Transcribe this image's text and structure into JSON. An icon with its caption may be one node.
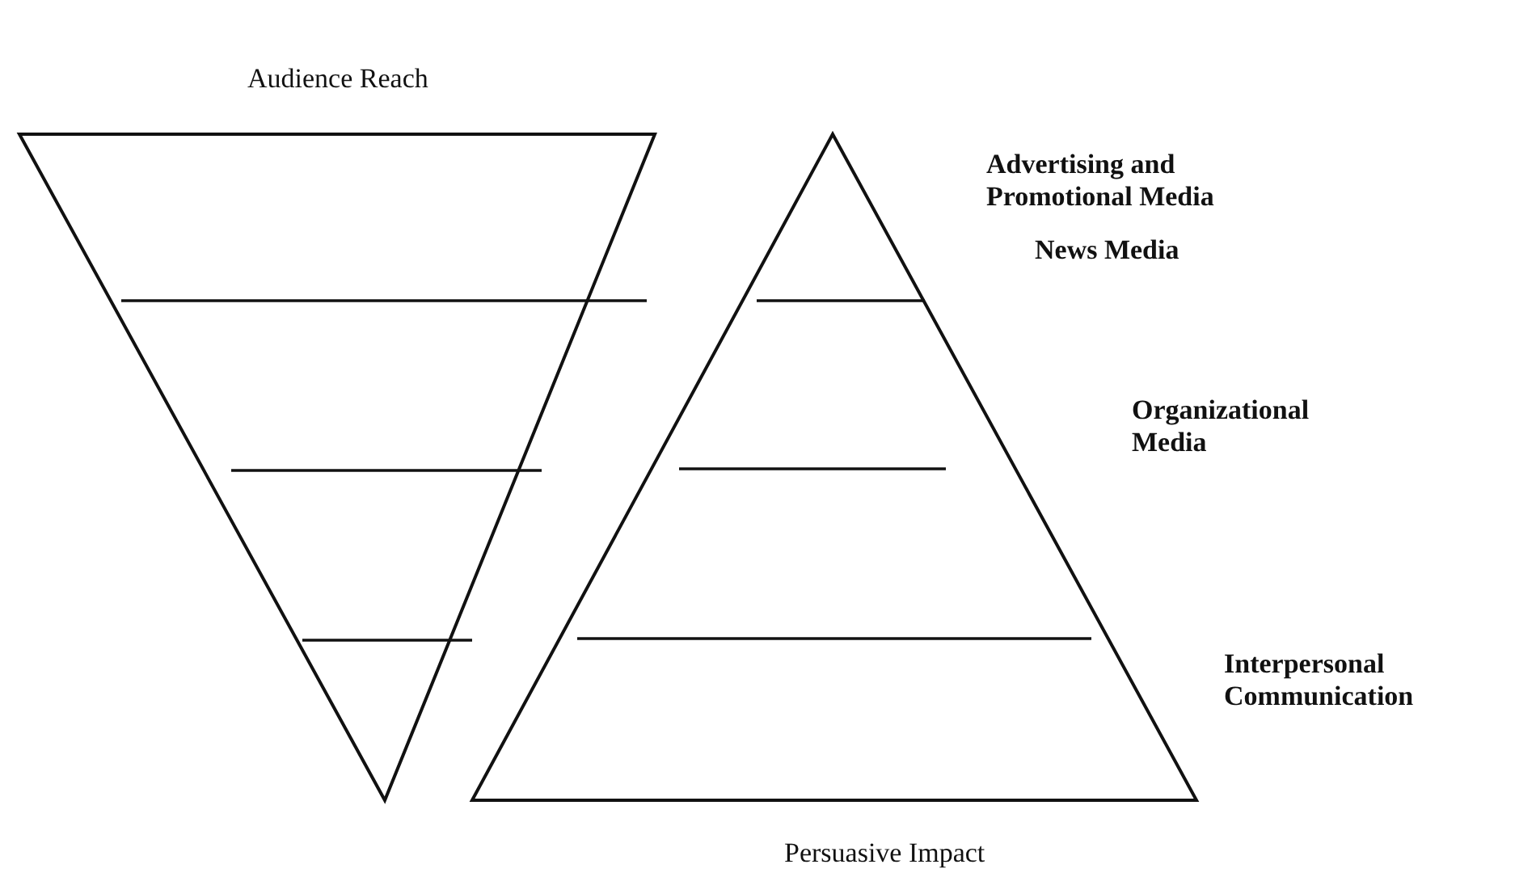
{
  "diagram": {
    "nodes": [
      {
        "text": [
          "Audience Reach"
        ]
      },
      {
        "text": [
          "Persuasive Impact"
        ],
        "beside": [
          "Advertising and Promotional Media",
          "News Media",
          "Organizational Media",
          "Interpersonal Communication"
        ]
      }
    ]
  }
}
